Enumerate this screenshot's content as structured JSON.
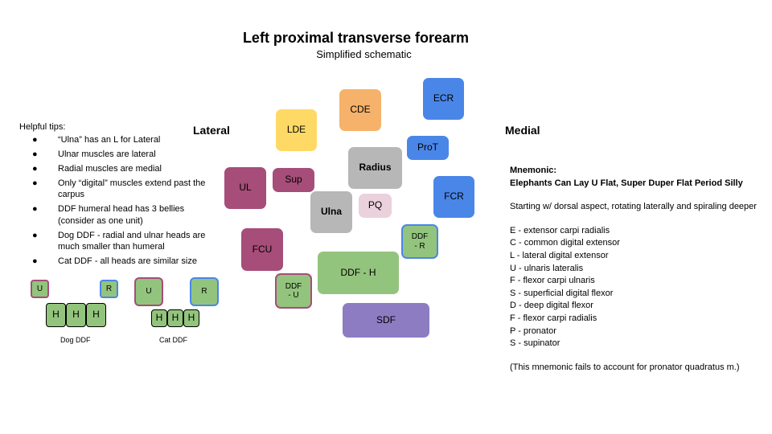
{
  "header": {
    "title": "Left proximal transverse forearm",
    "subtitle": "Simplified schematic"
  },
  "side_labels": {
    "lateral": "Lateral",
    "medial": "Medial"
  },
  "colors": {
    "purple_muscle": "#a64d79",
    "orange": "#f6b26b",
    "yellow": "#ffd966",
    "blue": "#4a86e8",
    "grey": "#b7b7b7",
    "pink": "#ead1dc",
    "green": "#93c47d",
    "lavender": "#8e7cc3"
  },
  "schematic": {
    "cde": "CDE",
    "ecr": "ECR",
    "lde": "LDE",
    "prot": "ProT",
    "radius": "Radius",
    "ul": "UL",
    "sup": "Sup",
    "fcr": "FCR",
    "ulna": "Ulna",
    "pq": "PQ",
    "ddf_r_line1": "DDF",
    "ddf_r_line2": "- R",
    "fcu": "FCU",
    "ddf_h": "DDF - H",
    "ddf_u_line1": "DDF",
    "ddf_u_line2": "- U",
    "sdf": "SDF"
  },
  "tips": {
    "heading": "Helpful tips:",
    "bullet": "●",
    "items": [
      "“Ulna” has an L for Lateral",
      "Ulnar muscles are lateral",
      "Radial muscles are medial",
      "Only “digital” muscles extend past the carpus",
      "DDF humeral head has 3 bellies (consider as one unit)",
      "Dog DDF - radial and ulnar heads are much smaller than humeral",
      "Cat DDF - all heads are similar size"
    ]
  },
  "dog_ddf": {
    "u": "U",
    "r": "R",
    "h": [
      "H",
      "H",
      "H"
    ],
    "caption": "Dog DDF"
  },
  "cat_ddf": {
    "u": "U",
    "r": "R",
    "h": [
      "H",
      "H",
      "H"
    ],
    "caption": "Cat DDF"
  },
  "mnemonic": {
    "label": "Mnemonic:",
    "phrase": "Elephants Can Lay U Flat, Super Duper Flat Period Silly",
    "intro": "Starting w/ dorsal aspect, rotating laterally and spiraling deeper",
    "items": [
      "E - extensor carpi radialis",
      "C - common digital extensor",
      "L - lateral digital extensor",
      "U - ulnaris lateralis",
      "F - flexor carpi ulnaris",
      "S - superficial digital flexor",
      "D - deep digital flexor",
      "F - flexor carpi radialis",
      "P - pronator",
      "S - supinator"
    ],
    "note": "(This mnemonic fails to account for pronator quadratus m.)"
  }
}
